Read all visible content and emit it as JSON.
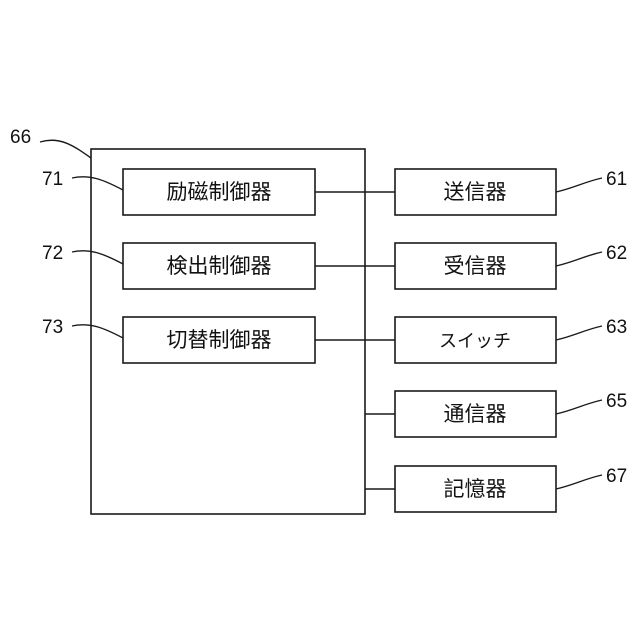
{
  "diagram": {
    "container": {
      "ref": "66"
    },
    "controllers": [
      {
        "ref": "71",
        "label": "励磁制御器"
      },
      {
        "ref": "72",
        "label": "検出制御器"
      },
      {
        "ref": "73",
        "label": "切替制御器"
      }
    ],
    "devices": [
      {
        "ref": "61",
        "label": "送信器"
      },
      {
        "ref": "62",
        "label": "受信器"
      },
      {
        "ref": "63",
        "label": "スイッチ"
      },
      {
        "ref": "65",
        "label": "通信器"
      },
      {
        "ref": "67",
        "label": "記憶器"
      }
    ]
  }
}
